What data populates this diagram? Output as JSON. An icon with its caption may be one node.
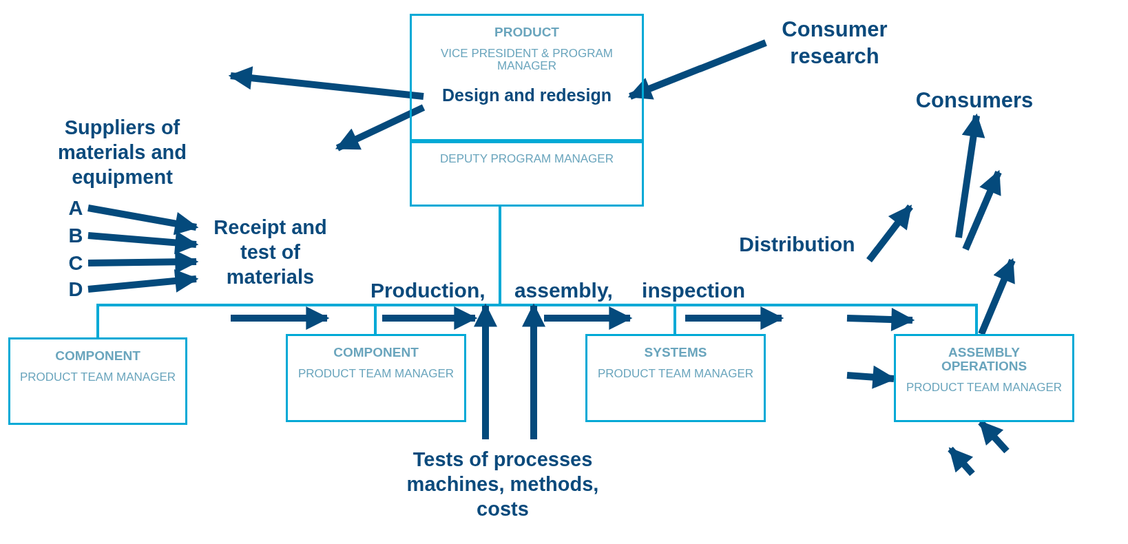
{
  "diagram": {
    "nodes": [
      {
        "text": [
          "PRODUCT",
          "VICE PRESIDENT & PROGRAM MANAGER"
        ]
      },
      {
        "text": [
          "DEPUTY PROGRAM MANAGER"
        ]
      },
      {
        "text": [
          "COMPONENT",
          "PRODUCT TEAM MANAGER"
        ]
      },
      {
        "text": [
          "COMPONENT",
          "PRODUCT TEAM MANAGER"
        ]
      },
      {
        "text": [
          "SYSTEMS",
          "PRODUCT TEAM MANAGER"
        ]
      },
      {
        "text": [
          "ASSEMBLY OPERATIONS",
          "PRODUCT TEAM MANAGER"
        ]
      },
      {
        "text": [
          "Design and redesign"
        ],
        "in": 0
      },
      {
        "text": [
          "Consumer research"
        ]
      },
      {
        "text": [
          "Consumers"
        ]
      },
      {
        "text": [
          "Suppliers of materials and equipment"
        ]
      },
      {
        "text": [
          "A"
        ]
      },
      {
        "text": [
          "B"
        ]
      },
      {
        "text": [
          "C"
        ]
      },
      {
        "text": [
          "D"
        ]
      },
      {
        "text": [
          "Receipt and test of materials"
        ]
      },
      {
        "text": [
          "Production, assembly, inspection"
        ]
      },
      {
        "text": [
          "Tests of processes machines, methods, costs"
        ]
      },
      {
        "text": [
          "Distribution"
        ]
      }
    ],
    "edges": [
      {
        "from": 1,
        "to": 2,
        "arrow": "none",
        "color": "#00a9d6"
      },
      {
        "from": 1,
        "to": 3,
        "arrow": "none",
        "color": "#00a9d6"
      },
      {
        "from": 1,
        "to": 4,
        "arrow": "none",
        "color": "#00a9d6"
      },
      {
        "from": 1,
        "to": 5,
        "arrow": "none",
        "color": "#00a9d6"
      },
      {
        "from": 7,
        "to": 6,
        "arrow": "to"
      },
      {
        "from": 6,
        "to": null,
        "arrow": "to"
      },
      {
        "from": 6,
        "to": null,
        "arrow": "to"
      },
      {
        "from": 10,
        "to": 14,
        "arrow": "to"
      },
      {
        "from": 11,
        "to": 14,
        "arrow": "to"
      },
      {
        "from": 12,
        "to": 14,
        "arrow": "to"
      },
      {
        "from": 13,
        "to": 14,
        "arrow": "to"
      },
      {
        "from": 17,
        "to": null,
        "arrow": "to"
      },
      {
        "from": 16,
        "to": 15,
        "arrow": "to"
      },
      {
        "from": 16,
        "to": 15,
        "arrow": "to"
      },
      {
        "from": null,
        "to": 5,
        "arrow": "to"
      },
      {
        "from": null,
        "to": 8,
        "arrow": "to"
      },
      {
        "from": 5,
        "to": null,
        "arrow": "to"
      },
      {
        "from": null,
        "to": 5,
        "arrow": "to"
      }
    ]
  }
}
